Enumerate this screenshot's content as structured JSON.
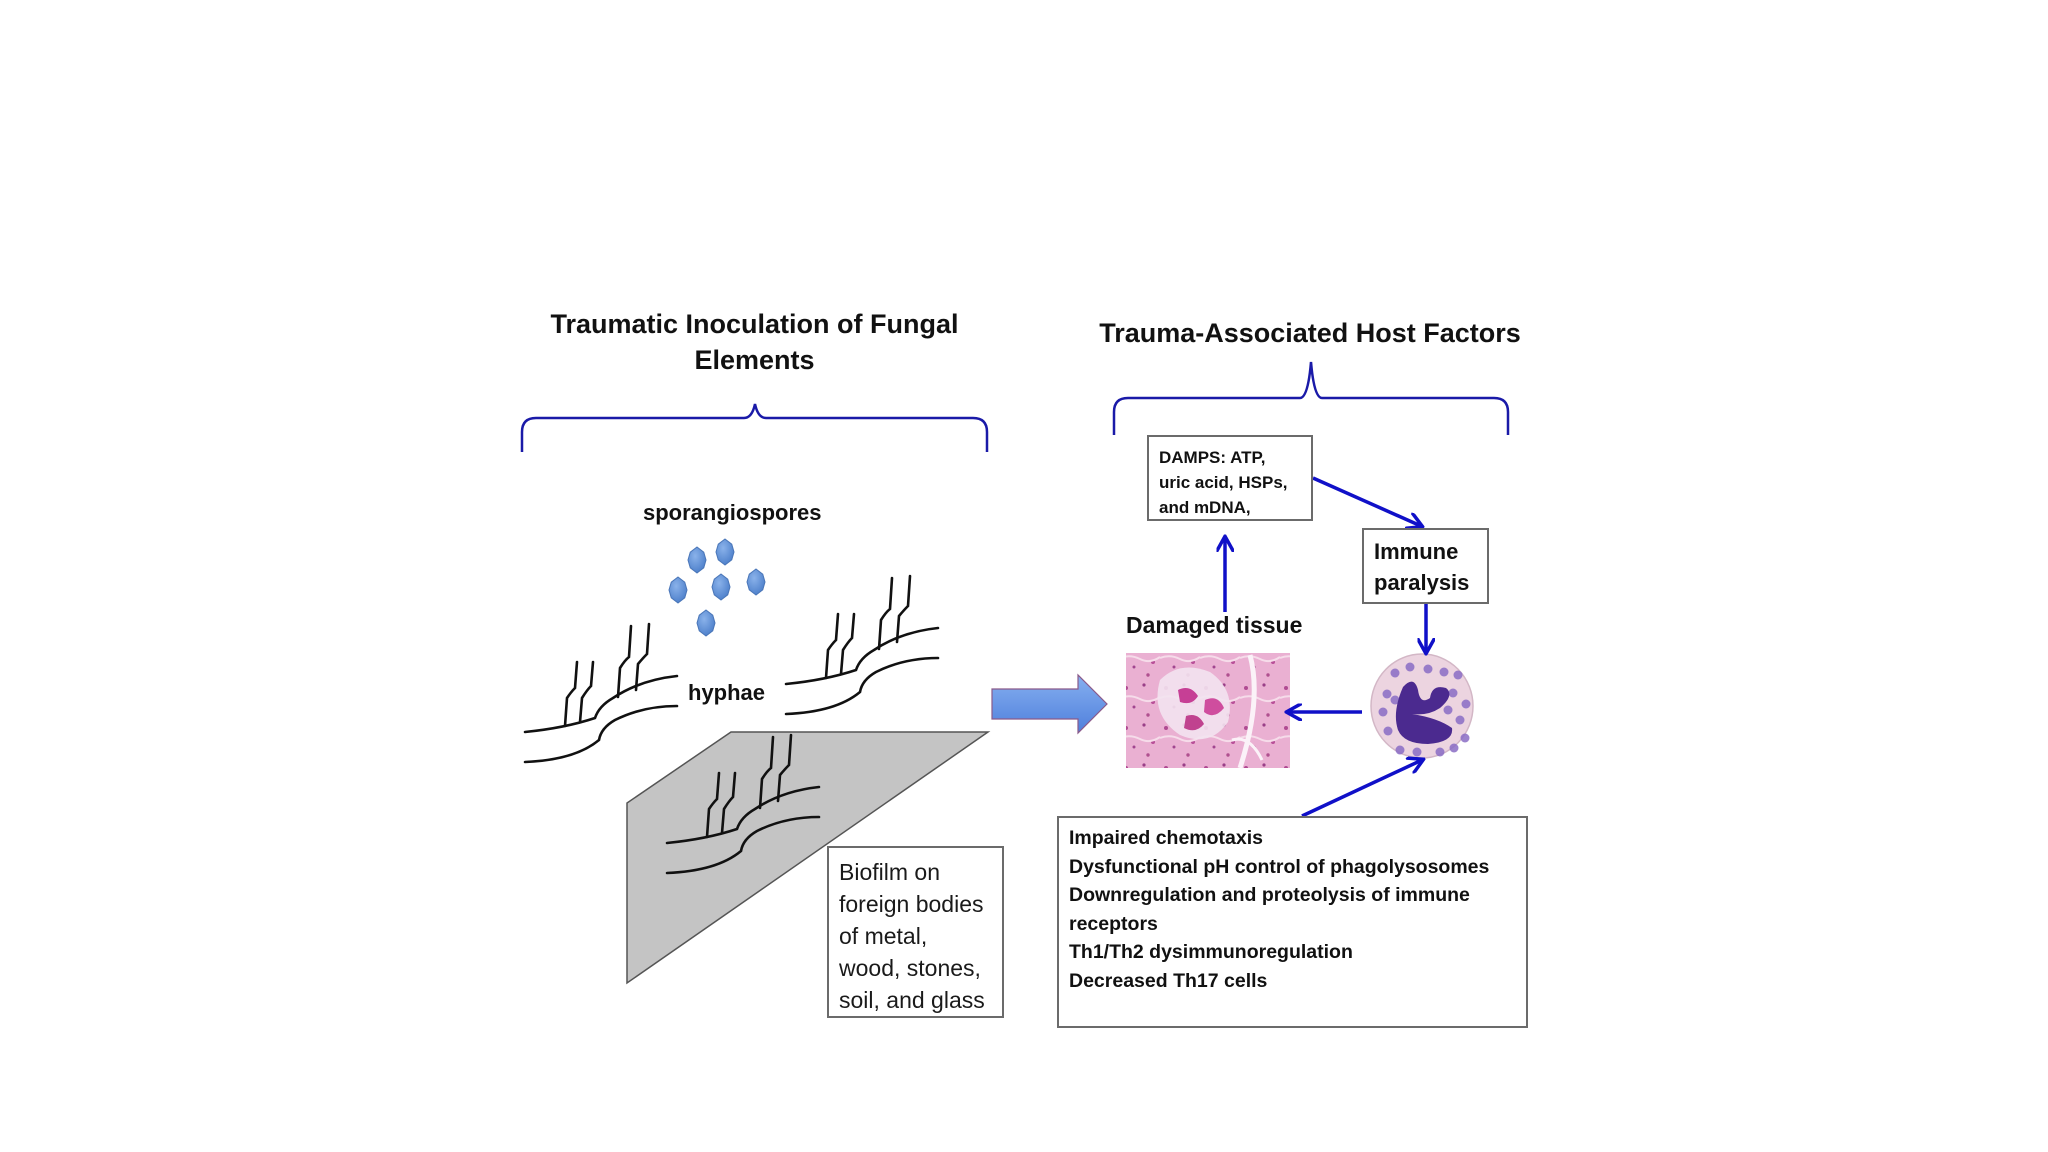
{
  "figure": {
    "left_panel": {
      "title_line1": "Traumatic Inoculation of Fungal",
      "title_line2": "Elements",
      "spores_label": "sporangiospores",
      "hyphae_label": "hyphae",
      "biofilm_lines": [
        "Biofilm on",
        "foreign bodies",
        "of metal,",
        "wood, stones,",
        "soil, and glass"
      ]
    },
    "right_panel": {
      "title": "Trauma-Associated Host Factors",
      "damps_lines": [
        "DAMPS: ATP,",
        "uric acid, HSPs,",
        "and mDNA,"
      ],
      "immune_lines": [
        "Immune",
        "paralysis"
      ],
      "damaged_tissue_label": "Damaged tissue",
      "effects_lines": [
        "Impaired chemotaxis",
        "Dysfunctional pH control of phagolysosomes",
        "Downregulation and proteolysis of immune",
        "receptors",
        "Th1/Th2 dysimmunoregulation",
        "Decreased Th17 cells"
      ]
    },
    "icons": {
      "spore": "sporangiospore-icon",
      "hypha": "hypha-icon",
      "foreign_body": "foreign-body-surface-icon",
      "transition_arrow": "block-arrow-right-icon",
      "tissue": "histology-tissue-image",
      "neutrophil": "neutrophil-cell-icon"
    },
    "colors": {
      "bracket": "#1a1aa8",
      "arrow": "#1010c8",
      "spore": "#5b8fd6",
      "foreign_body": "#c4c4c4",
      "block_arrow": "#6a9be6",
      "tissue": "#e7a6cf",
      "neutrophil_cytoplasm": "#ecd4e0",
      "neutrophil_nucleus": "#4b2a8f"
    }
  }
}
